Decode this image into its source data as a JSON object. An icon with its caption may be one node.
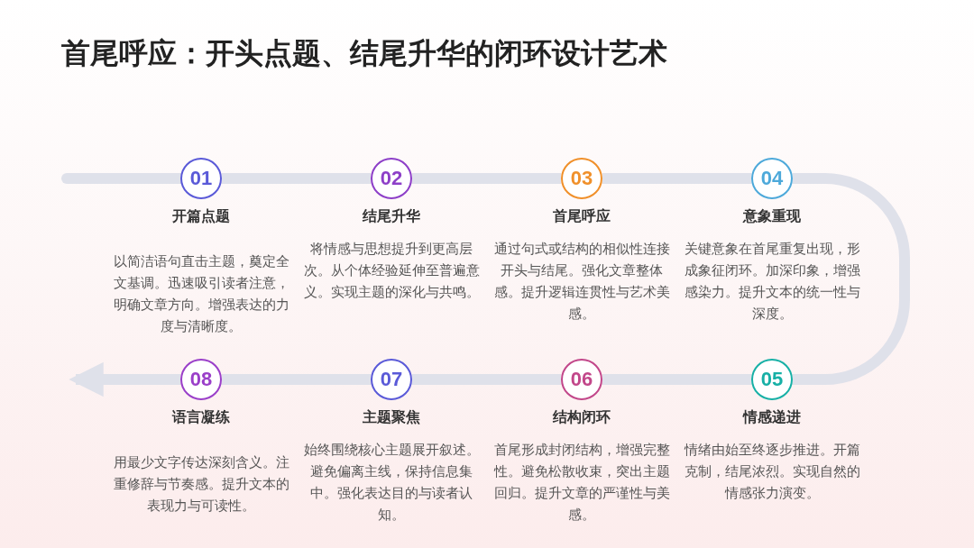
{
  "diagram": {
    "title": "首尾呼应：开头点题、结尾升华的闭环设计艺术",
    "nodes": [
      {
        "text": [
          "01"
        ],
        "beside": [
          "开篇点题",
          "以简洁语句直击主题，奠定全文基调。迅速吸引读者注意，明确文章方向。增强表达的力度与清晰度。"
        ]
      },
      {
        "text": [
          "02"
        ],
        "beside": [
          "结尾升华",
          "将情感与思想提升到更高层次。从个体经验延伸至普遍意义。实现主题的深化与共鸣。"
        ]
      },
      {
        "text": [
          "03"
        ],
        "beside": [
          "首尾呼应",
          "通过句式或结构的相似性连接开头与结尾。强化文章整体感。提升逻辑连贯性与艺术美感。"
        ]
      },
      {
        "text": [
          "04"
        ],
        "beside": [
          "意象重现",
          "关键意象在首尾重复出现，形成象征闭环。加深印象，增强感染力。提升文本的统一性与深度。"
        ]
      },
      {
        "text": [
          "05"
        ],
        "beside": [
          "情感递进",
          "情绪由始至终逐步推进。开篇克制，结尾浓烈。实现自然的情感张力演变。"
        ]
      },
      {
        "text": [
          "06"
        ],
        "beside": [
          "结构闭环",
          "首尾形成封闭结构，增强完整性。避免松散收束，突出主题回归。提升文章的严谨性与美感。"
        ]
      },
      {
        "text": [
          "07"
        ],
        "beside": [
          "主题聚焦",
          "始终围绕核心主题展开叙述。避免偏离主线，保持信息集中。强化表达目的与读者认知。"
        ]
      },
      {
        "text": [
          "08"
        ],
        "beside": [
          "语言凝练",
          "用最少文字传达深刻含义。注重修辞与节奏感。提升文本的表现力与可读性。"
        ]
      }
    ],
    "edges": [
      {
        "from": 0,
        "to": 1,
        "arrow": "none"
      },
      {
        "from": 1,
        "to": 2,
        "arrow": "none"
      },
      {
        "from": 2,
        "to": 3,
        "arrow": "none"
      },
      {
        "from": 3,
        "to": 4,
        "arrow": "none"
      },
      {
        "from": 4,
        "to": 5,
        "arrow": "none"
      },
      {
        "from": 5,
        "to": 6,
        "arrow": "none"
      },
      {
        "from": 6,
        "to": 7,
        "arrow": "none"
      },
      {
        "from": 7,
        "to": null,
        "arrow": "to"
      }
    ]
  }
}
